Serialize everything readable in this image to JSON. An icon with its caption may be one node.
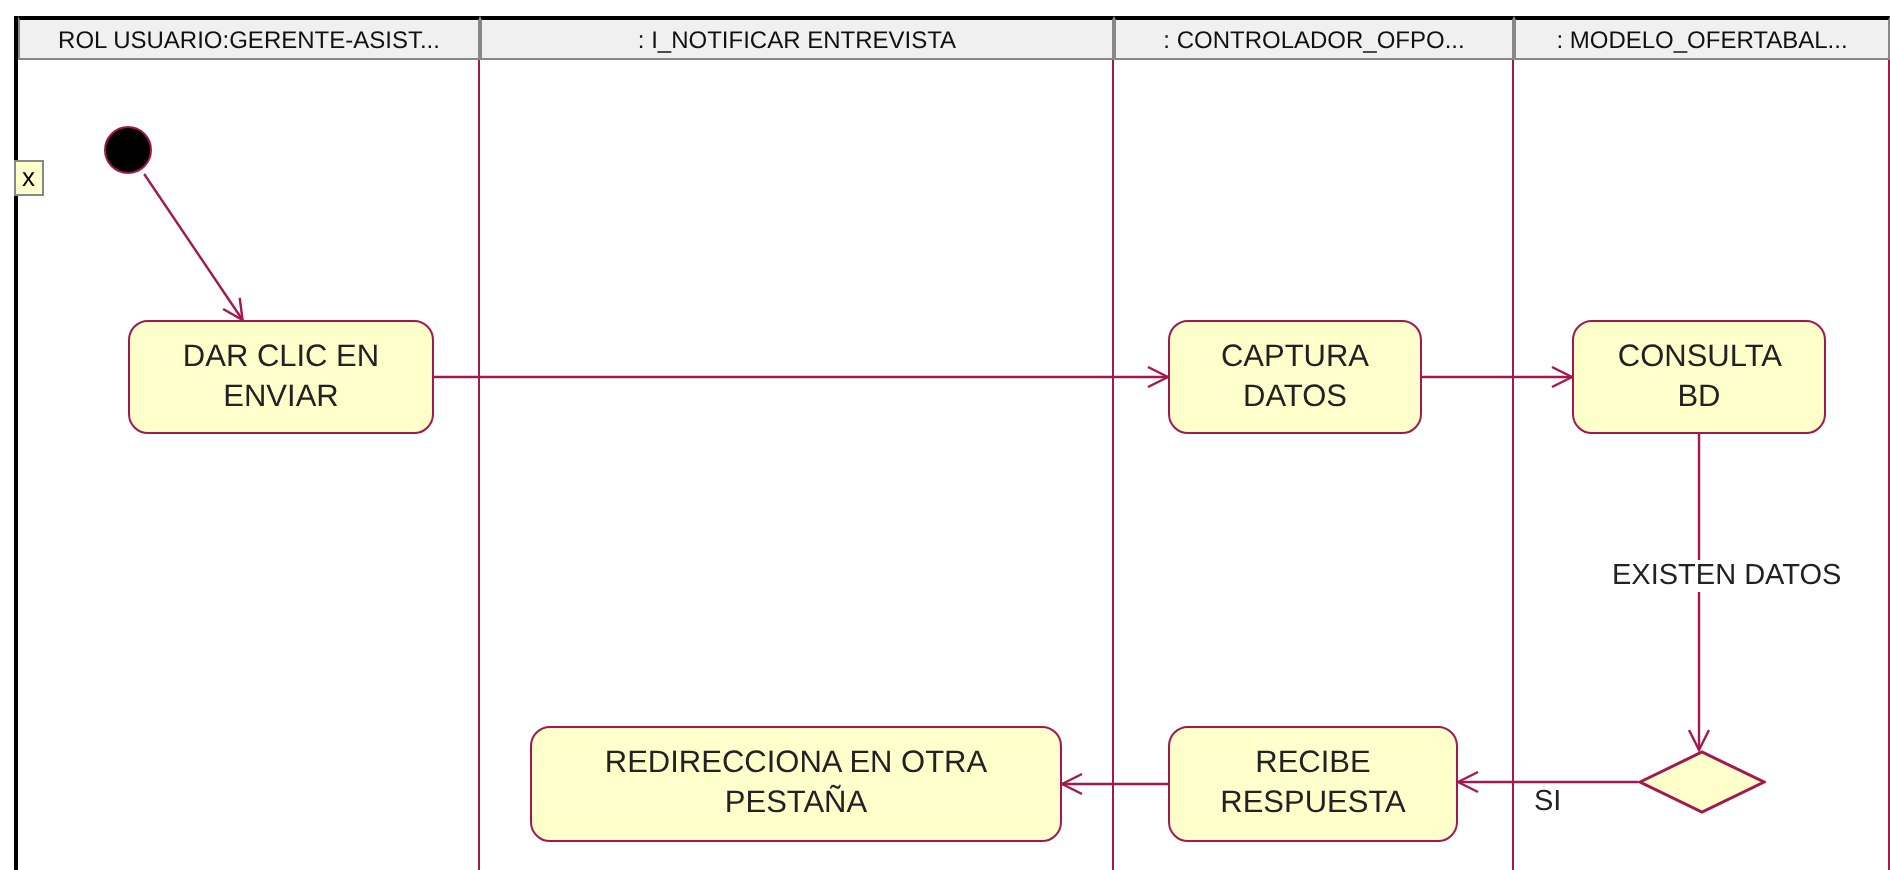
{
  "diagram": {
    "nodes": [
      {
        "text": [
          "ROL USUARIO:GERENTE-ASIST..."
        ]
      },
      {
        "text": [
          ": I_NOTIFICAR ENTREVISTA"
        ]
      },
      {
        "text": [
          ": CONTROLADOR_OFPO..."
        ]
      },
      {
        "text": [
          ": MODELO_OFERTABAL..."
        ]
      },
      {
        "text": [],
        "shape": "circle",
        "in": 0
      },
      {
        "text": [
          "DAR CLIC EN ENVIAR"
        ],
        "in": 0
      },
      {
        "text": [
          "CAPTURA DATOS"
        ],
        "in": 2
      },
      {
        "text": [
          "CONSULTA BD"
        ],
        "in": 3
      },
      {
        "text": [],
        "shape": "diamond",
        "in": 3
      },
      {
        "text": [
          "RECIBE RESPUESTA"
        ],
        "in": 2
      },
      {
        "text": [
          "REDIRECCIONA EN OTRA PESTAÑA"
        ],
        "in": 1
      }
    ],
    "edges": [
      {
        "from": 4,
        "to": 5,
        "arrow": "to"
      },
      {
        "from": 5,
        "to": 6,
        "arrow": "to"
      },
      {
        "from": 6,
        "to": 7,
        "arrow": "to"
      },
      {
        "from": 7,
        "to": 8,
        "arrow": "to",
        "label": "EXISTEN DATOS"
      },
      {
        "from": 8,
        "to": 9,
        "arrow": "to",
        "label": "SI"
      },
      {
        "from": 9,
        "to": 10,
        "arrow": "to"
      }
    ],
    "labels": [
      "x"
    ]
  }
}
